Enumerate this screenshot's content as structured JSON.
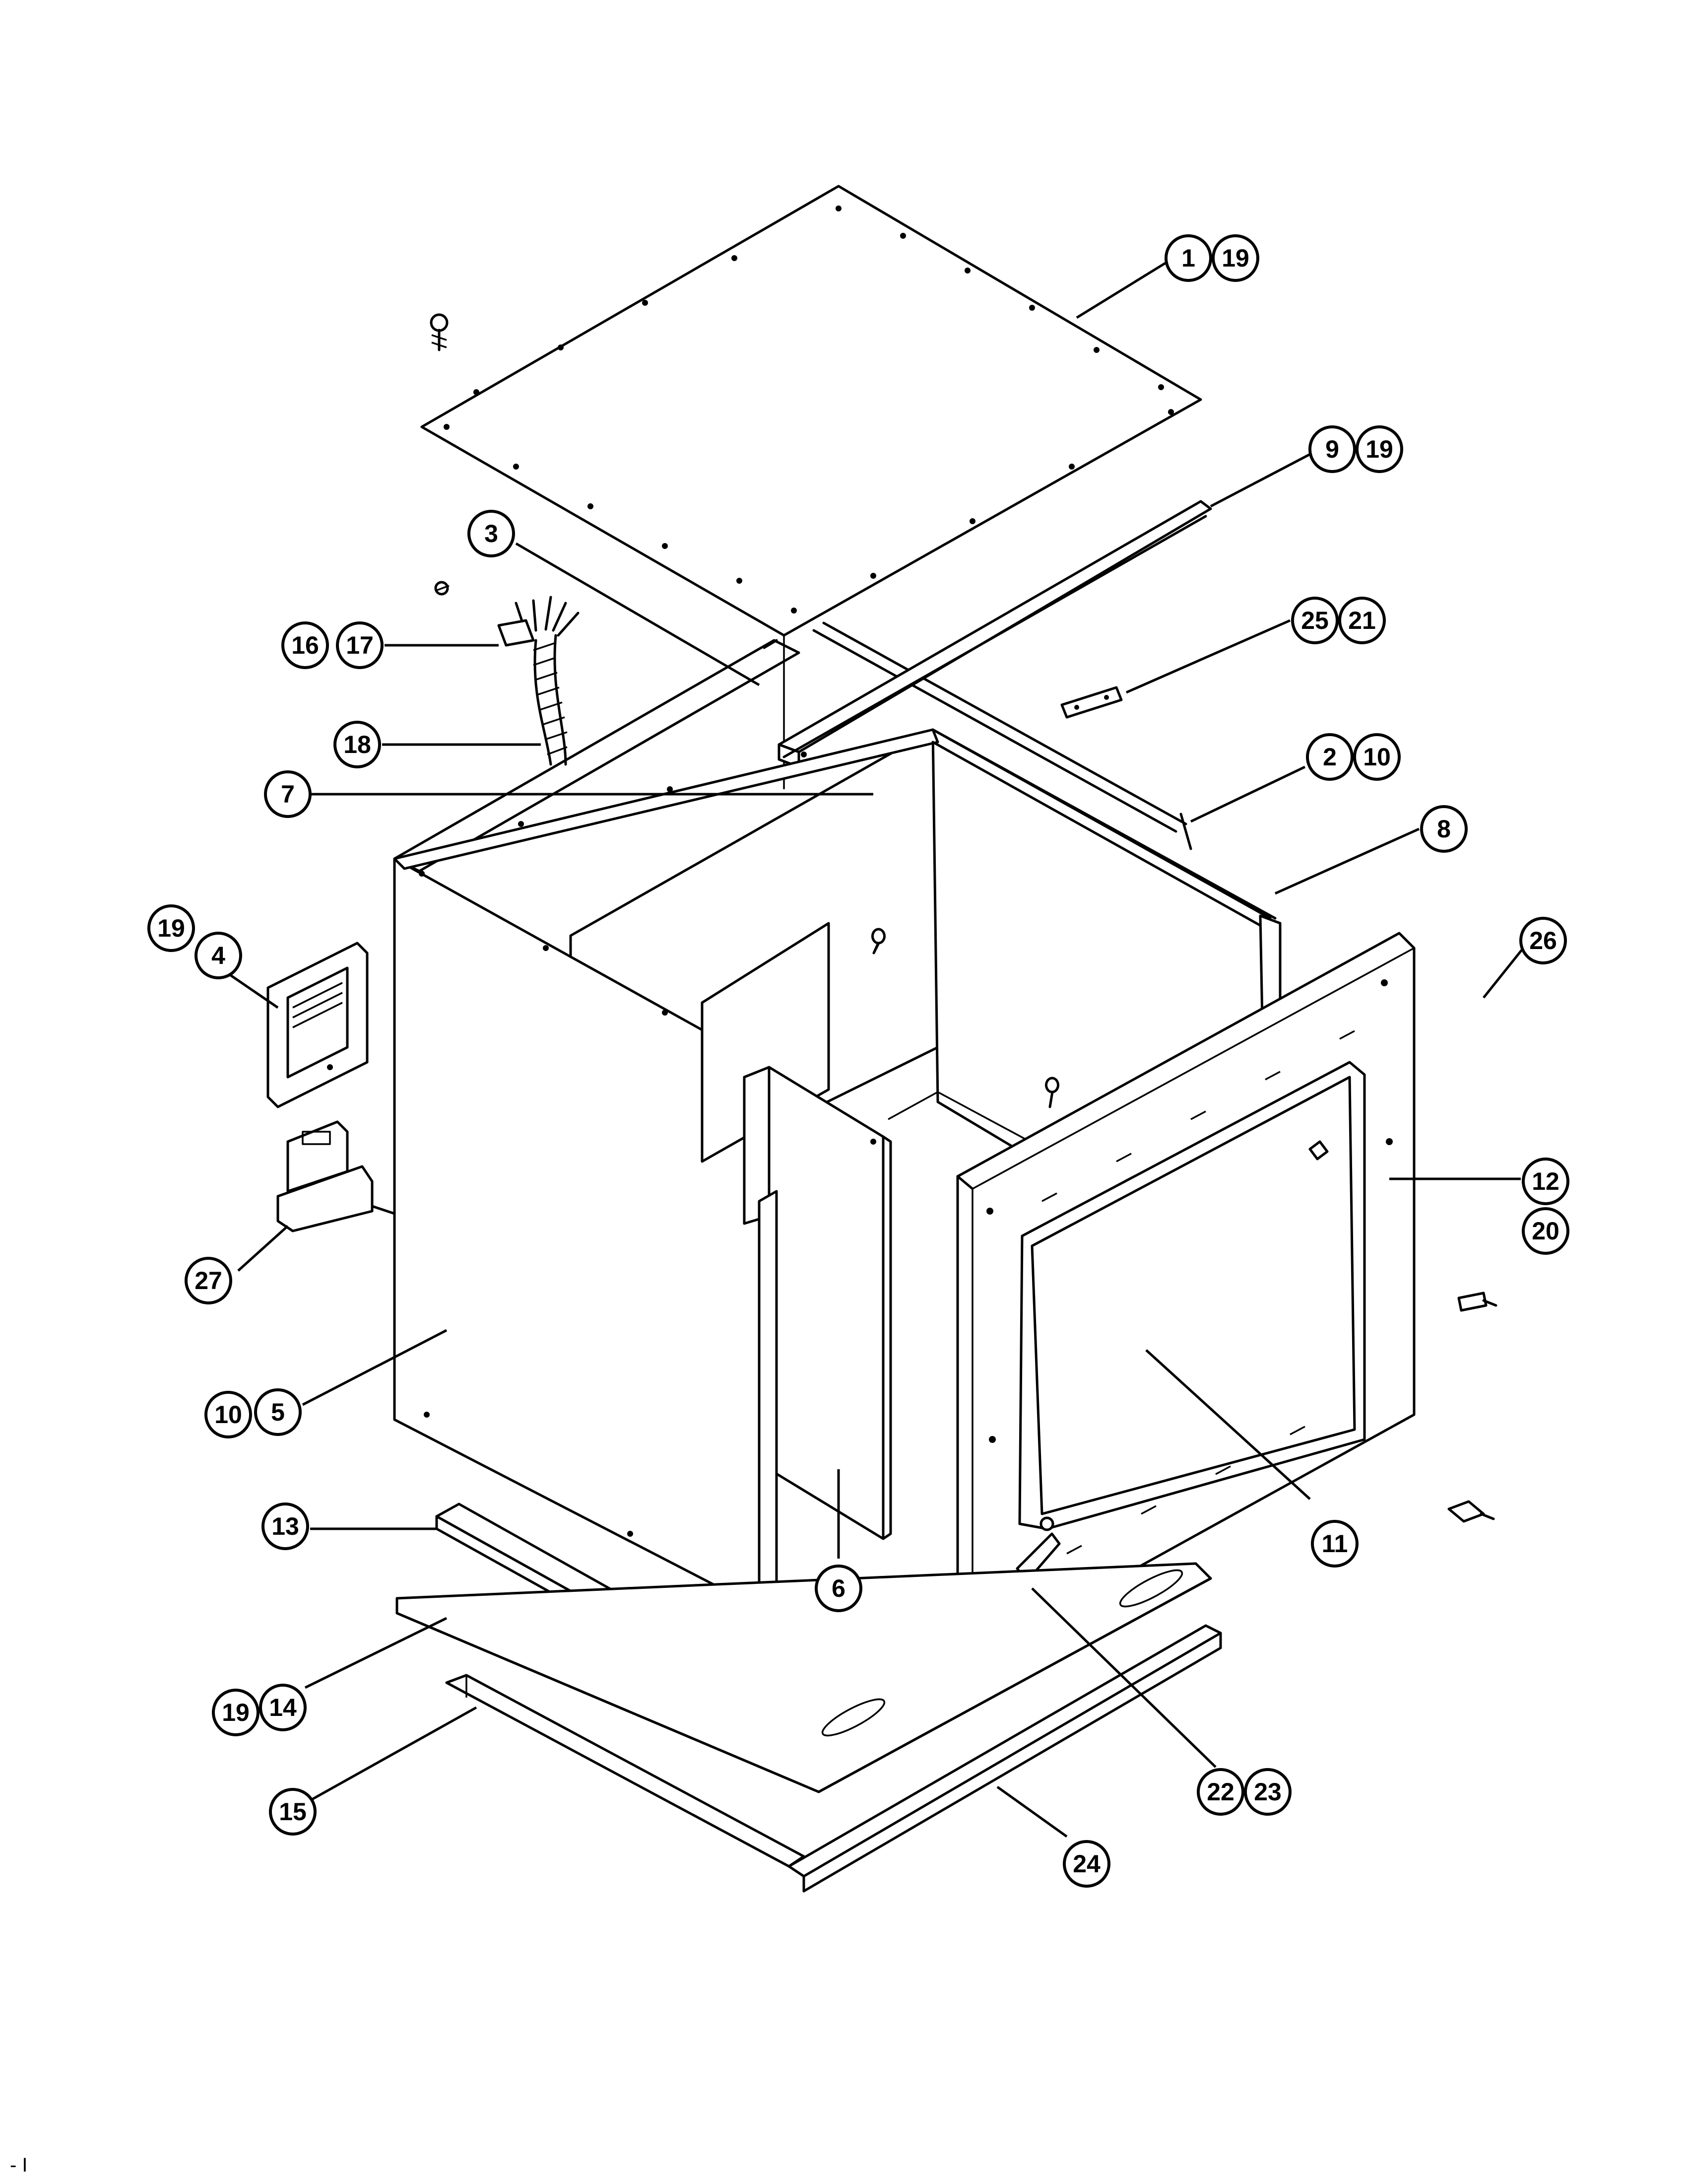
{
  "callouts": [
    {
      "id": "c1",
      "labels": [
        "1",
        "19"
      ]
    },
    {
      "id": "c2",
      "labels": [
        "9",
        "19"
      ]
    },
    {
      "id": "c3",
      "labels": [
        "3"
      ]
    },
    {
      "id": "c4",
      "labels": [
        "25",
        "21"
      ]
    },
    {
      "id": "c5",
      "labels": [
        "16",
        "17"
      ]
    },
    {
      "id": "c6",
      "labels": [
        "18"
      ]
    },
    {
      "id": "c7",
      "labels": [
        "2",
        "10"
      ]
    },
    {
      "id": "c8",
      "labels": [
        "7"
      ]
    },
    {
      "id": "c9",
      "labels": [
        "8"
      ]
    },
    {
      "id": "c10",
      "labels": [
        "19",
        "4"
      ]
    },
    {
      "id": "c11",
      "labels": [
        "26"
      ]
    },
    {
      "id": "c12",
      "labels": [
        "12",
        "20"
      ]
    },
    {
      "id": "c13",
      "labels": [
        "27"
      ]
    },
    {
      "id": "c14",
      "labels": [
        "10",
        "5"
      ]
    },
    {
      "id": "c15",
      "labels": [
        "11"
      ]
    },
    {
      "id": "c16",
      "labels": [
        "13"
      ]
    },
    {
      "id": "c17",
      "labels": [
        "6"
      ]
    },
    {
      "id": "c18",
      "labels": [
        "19",
        "14"
      ]
    },
    {
      "id": "c19",
      "labels": [
        "22",
        "23"
      ]
    },
    {
      "id": "c20",
      "labels": [
        "15"
      ]
    },
    {
      "id": "c21",
      "labels": [
        "24"
      ]
    }
  ],
  "footer_mark": "- I"
}
